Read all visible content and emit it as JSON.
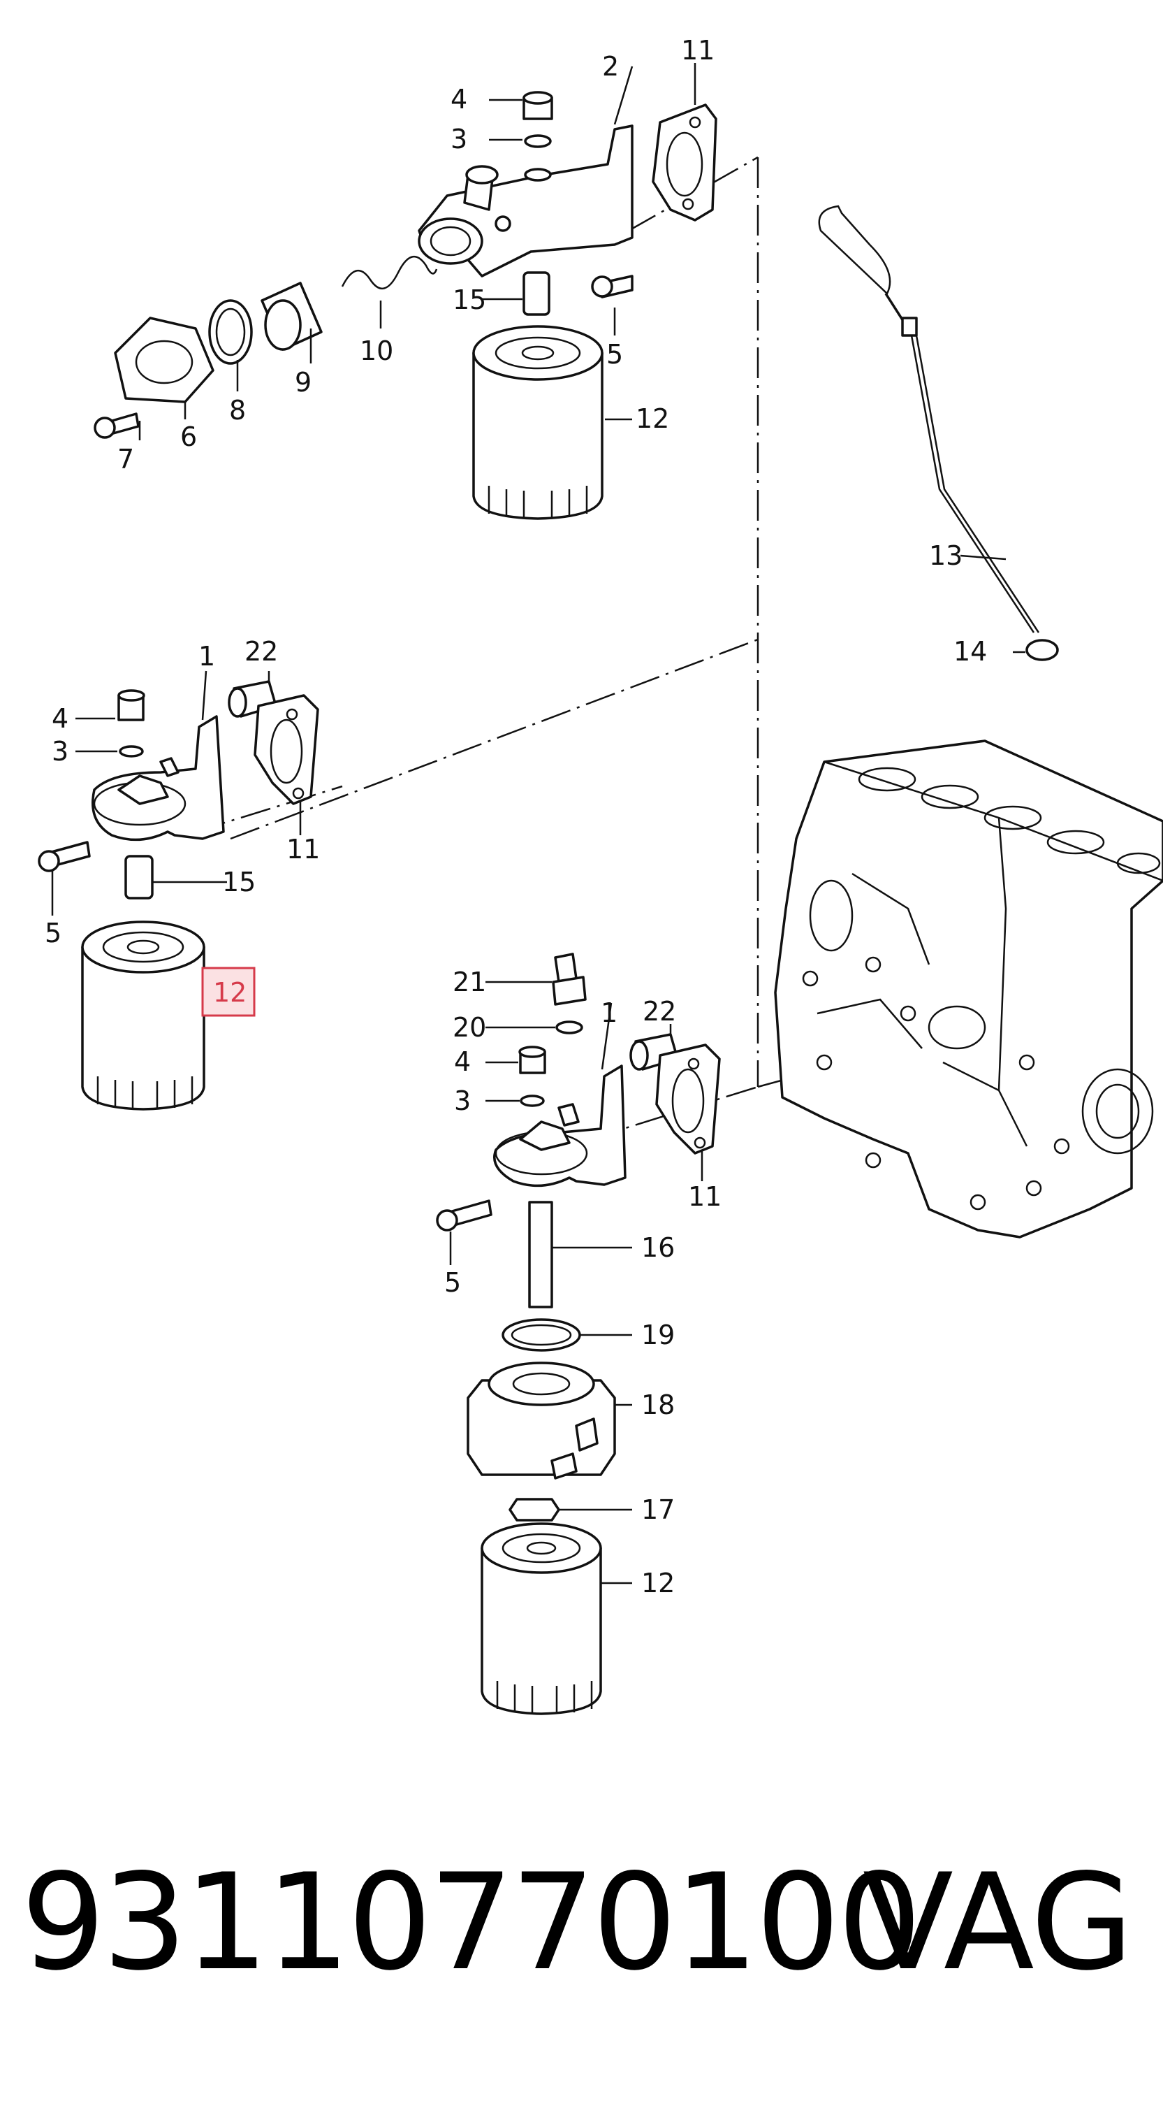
{
  "diagram": {
    "labels": {
      "l4a": "4",
      "l3a": "3",
      "l2": "2",
      "l11a": "11",
      "l15a": "15",
      "l5a": "5",
      "l12a": "12",
      "l10": "10",
      "l9": "9",
      "l8": "8",
      "l6": "6",
      "l7": "7",
      "l13": "13",
      "l14": "14",
      "l1a": "1",
      "l22a": "22",
      "l4b": "4",
      "l3b": "3",
      "l11b": "11",
      "l15b": "15",
      "l5b": "5",
      "l12b": "12",
      "l21": "21",
      "l20": "20",
      "l22b": "22",
      "l1b": "1",
      "l4c": "4",
      "l3c": "3",
      "l11c": "11",
      "l5c": "5",
      "l16": "16",
      "l19": "19",
      "l18": "18",
      "l17": "17",
      "l12c": "12"
    },
    "highlight_color": "#d63a4a"
  },
  "footer": {
    "part_number": "93110770100",
    "brand": "VAG"
  }
}
